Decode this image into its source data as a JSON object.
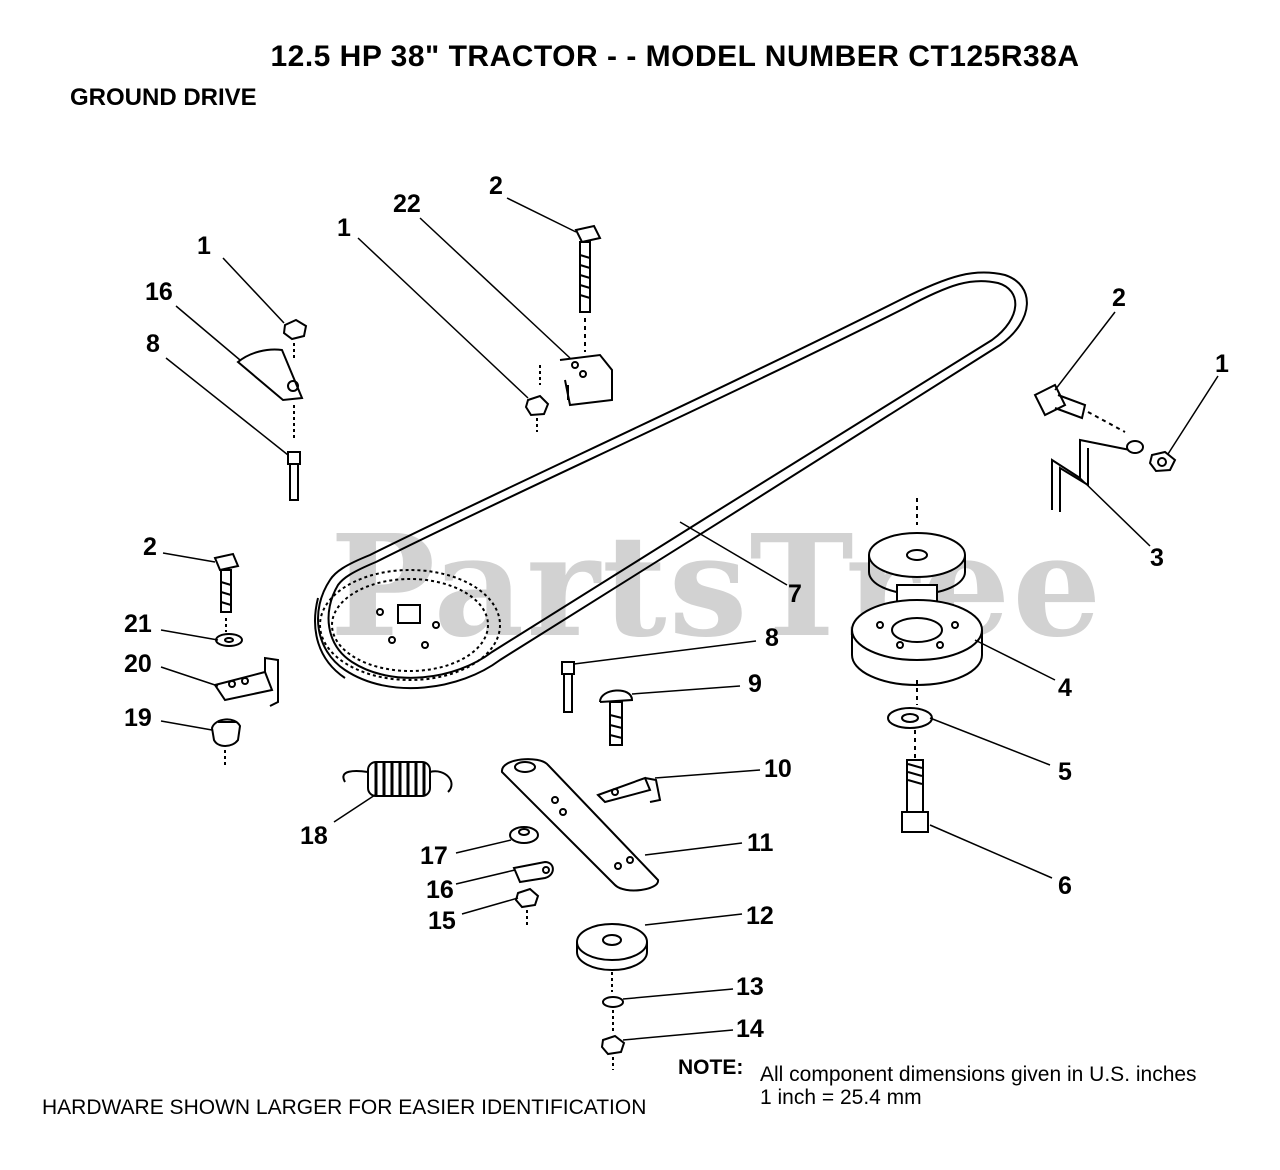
{
  "header": {
    "title": "12.5 HP 38\" TRACTOR - - MODEL NUMBER CT125R38A",
    "subtitle": "GROUND DRIVE"
  },
  "watermark": "PartsTree",
  "callouts": {
    "c1a": "1",
    "c1b": "1",
    "c1c": "1",
    "c2a": "2",
    "c2b": "2",
    "c2c": "2",
    "c3": "3",
    "c4": "4",
    "c5": "5",
    "c6": "6",
    "c7": "7",
    "c8a": "8",
    "c8b": "8",
    "c9": "9",
    "c10": "10",
    "c11": "11",
    "c12": "12",
    "c13": "13",
    "c14": "14",
    "c15": "15",
    "c16a": "16",
    "c16b": "16",
    "c17": "17",
    "c18": "18",
    "c19": "19",
    "c20": "20",
    "c21": "21",
    "c22": "22"
  },
  "note": {
    "label": "NOTE:",
    "line1": "All component dimensions given in U.S. inches",
    "line2": "1 inch = 25.4 mm"
  },
  "footer": "HARDWARE SHOWN LARGER FOR EASIER IDENTIFICATION"
}
